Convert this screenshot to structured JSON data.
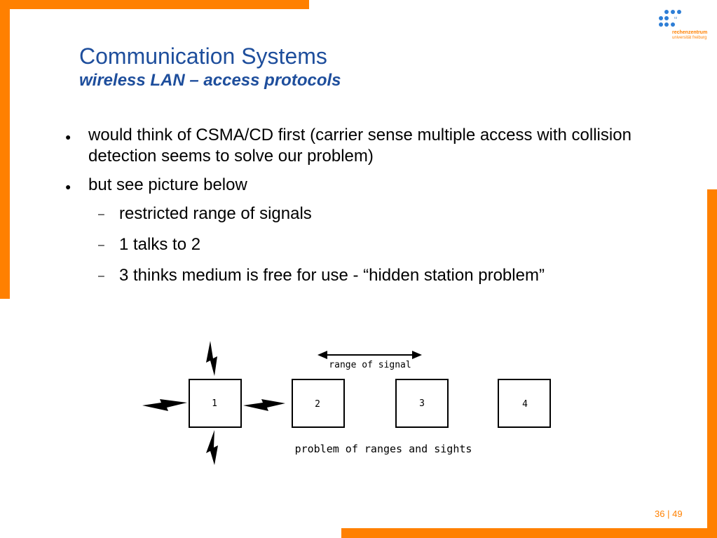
{
  "slide": {
    "title": "Communication Systems",
    "subtitle": "wireless LAN – access protocols",
    "accent_color": "#ff8000",
    "title_color": "#1e4e9c"
  },
  "logo": {
    "icon": "dot-grid-logo",
    "tag": "rz",
    "line1": "rechenzentrum",
    "line2": "universität freiburg"
  },
  "bullets": [
    {
      "text": "would think of CSMA/CD first (carrier sense multiple access with collision detection seems to solve our problem)"
    },
    {
      "text": "but see picture below",
      "subitems": [
        "restricted range of signals",
        "1 talks to 2",
        "3 thinks medium is free for use - “hidden station problem”"
      ]
    }
  ],
  "markers": {
    "bullet": "●",
    "dash": "–"
  },
  "diagram": {
    "range_label": "range of signal",
    "caption": "problem of ranges and sights",
    "stations": [
      "1",
      "2",
      "3",
      "4"
    ]
  },
  "page": {
    "current": "36",
    "separator": "|",
    "total": "49"
  }
}
